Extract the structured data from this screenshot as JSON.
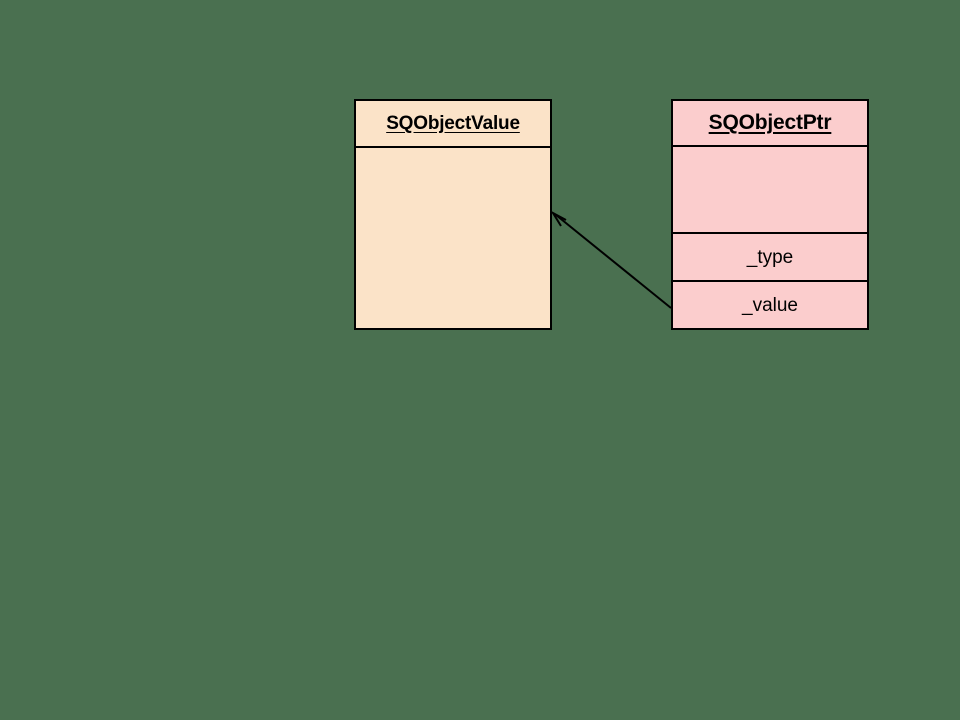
{
  "diagram": {
    "type": "uml-class-diagram",
    "background_color": "#4a7050",
    "classes": [
      {
        "id": "sqobjectvalue",
        "name": "SQObjectValue",
        "fill_color": "#fbe3c8",
        "border_color": "#000000",
        "attributes": []
      },
      {
        "id": "sqobjectptr",
        "name": "SQObjectPtr",
        "fill_color": "#fbcdcd",
        "border_color": "#000000",
        "attributes": [
          {
            "label": "_type"
          },
          {
            "label": "_value"
          }
        ]
      }
    ],
    "relations": [
      {
        "id": "ptr-to-value",
        "from": "sqobjectptr",
        "to": "sqobjectvalue",
        "style": "solid",
        "arrowhead": "open",
        "label": ""
      }
    ]
  }
}
